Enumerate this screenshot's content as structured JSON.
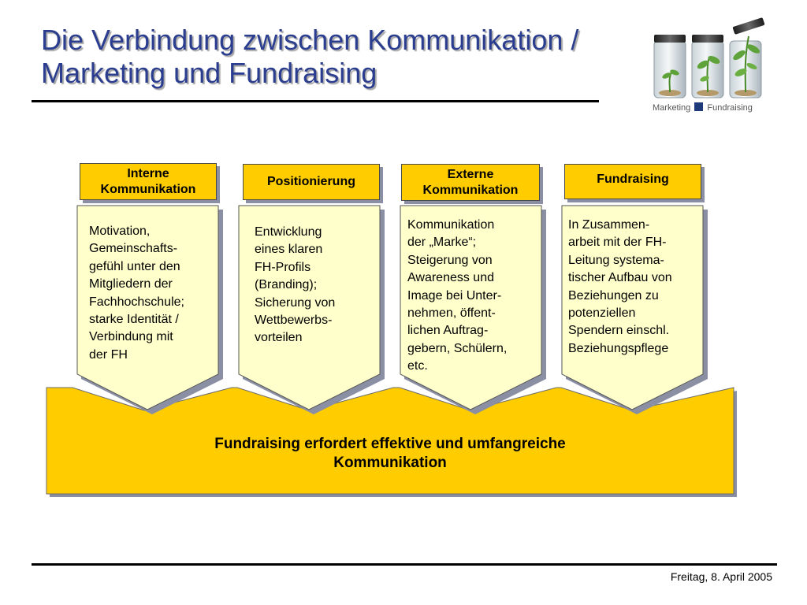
{
  "slide": {
    "title_line1": "Die Verbindung zwischen Kommunikation /",
    "title_line2": "Marketing und Fundraising",
    "logo_caption_left": "Marketing",
    "logo_caption_right": "Fundraising",
    "footer_date": "Freitag, 8. April 2005"
  },
  "columns": [
    {
      "header": "Interne\nKommunikation",
      "body": [
        "Motivation,",
        "Gemeinschafts-",
        "gefühl unter den",
        "Mitgliedern der",
        "Fachhochschule;",
        "starke Identität /",
        "Verbindung mit",
        "der FH"
      ]
    },
    {
      "header": "Positionierung",
      "body": [
        "Entwicklung",
        "eines klaren",
        "FH-Profils",
        "(Branding);",
        "Sicherung von",
        "Wettbewerbs-",
        "vorteilen"
      ]
    },
    {
      "header": "Externe\nKommunikation",
      "body": [
        "Kommunikation",
        "der „Marke“;",
        "Steigerung von",
        "Awareness und",
        "Image bei Unter-",
        "nehmen, öffent-",
        "lichen Auftrag-",
        "gebern, Schülern,",
        "etc."
      ]
    },
    {
      "header": "Fundraising",
      "body": [
        "In Zusammen-",
        "arbeit mit der FH-",
        "Leitung systema-",
        "tischer Aufbau von",
        "Beziehungen zu",
        "potenziellen",
        "Spendern einschl.",
        "Beziehungspflege"
      ]
    }
  ],
  "banner": {
    "line1": "Fundraising erfordert effektive und umfangreiche",
    "line2": "Kommunikation"
  },
  "colors": {
    "title": "#2b3d8f",
    "box_fill_yellow": "#ffcc00",
    "arrow_fill_light": "#ffffcc",
    "shadow": "#8a8fa3",
    "logo_blue": "#1f3a7a"
  }
}
